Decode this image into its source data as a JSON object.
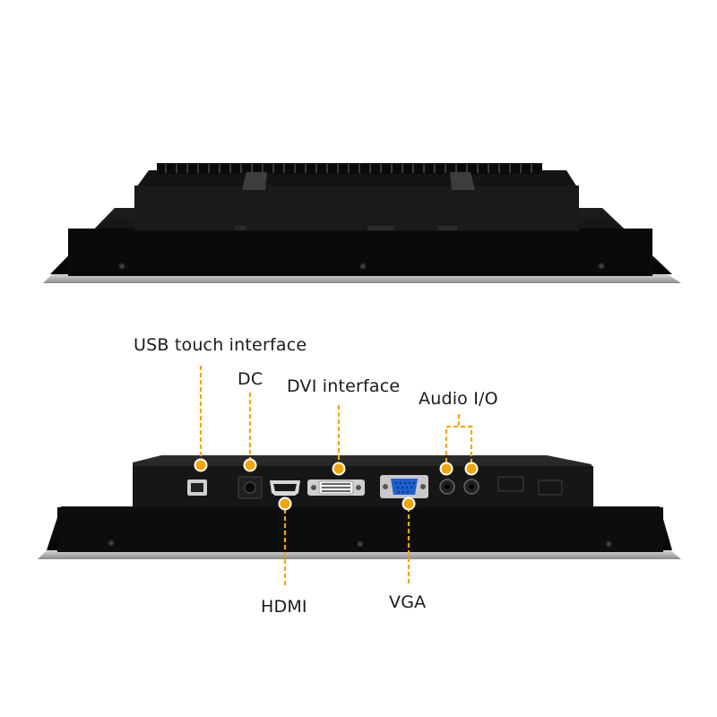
{
  "labels": {
    "usb_touch": "USB touch interface",
    "dc": "DC",
    "dvi": "DVI interface",
    "audio": "Audio I/O",
    "hdmi": "HDMI",
    "vga": "VGA"
  },
  "colors": {
    "callout": "#f5a500",
    "chassis": "#0c0c0c",
    "text": "#1a1a1a",
    "vga_port": "#1d5fd0"
  }
}
